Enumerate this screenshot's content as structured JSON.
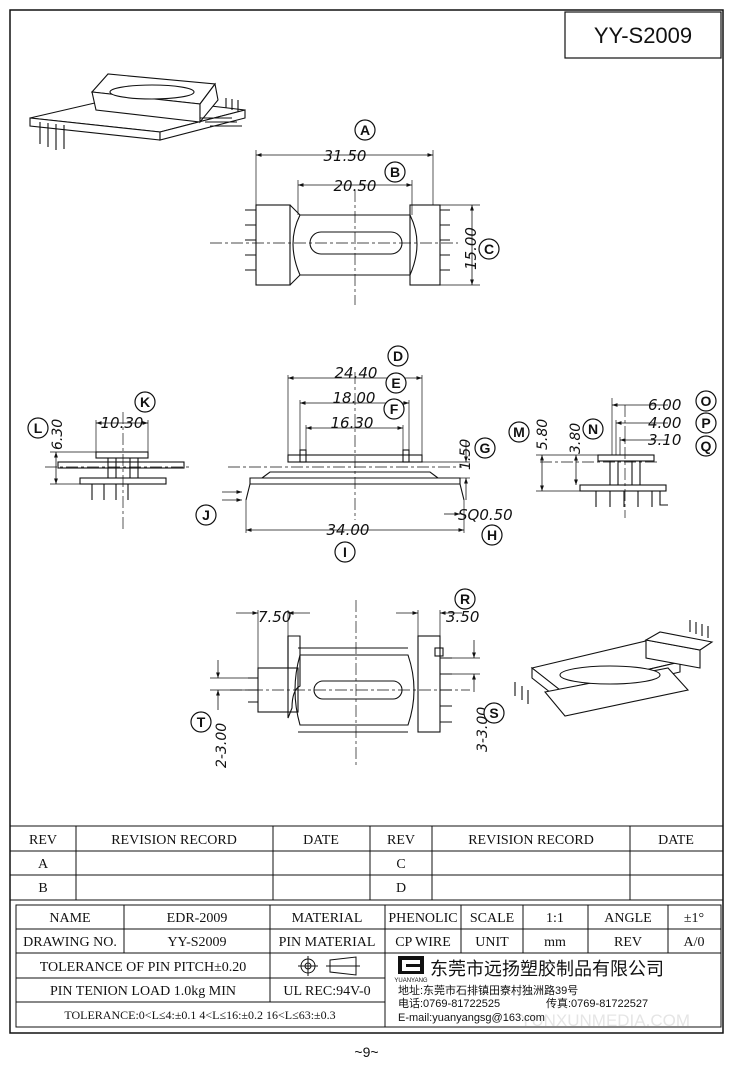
{
  "title_block": {
    "code": "YY-S2009"
  },
  "dimensions": {
    "top_view": {
      "A": "31.50",
      "B": "20.50",
      "C": "15.00"
    },
    "front_view": {
      "D": "24.40",
      "E": "18.00",
      "F": "16.30",
      "G": "1.50",
      "H": "SQ0.50",
      "I": "34.00",
      "J": "J"
    },
    "left_side": {
      "K": "10.30",
      "L": "6.30"
    },
    "right_side": {
      "M": "5.80",
      "N": "3.80",
      "O": "6.00",
      "P": "4.00",
      "Q": "3.10"
    },
    "bottom_view": {
      "A": "7.50",
      "R": "3.50",
      "S": "3-3.00",
      "T": "2-3.00"
    }
  },
  "callouts": [
    "A",
    "B",
    "C",
    "D",
    "E",
    "F",
    "G",
    "H",
    "I",
    "J",
    "K",
    "L",
    "M",
    "N",
    "O",
    "P",
    "Q",
    "R",
    "S",
    "T"
  ],
  "revision_table": {
    "headers": [
      "REV",
      "REVISION RECORD",
      "DATE",
      "REV",
      "REVISION RECORD",
      "DATE"
    ],
    "rows": [
      [
        "A",
        "",
        "",
        "C",
        "",
        ""
      ],
      [
        "B",
        "",
        "",
        "D",
        "",
        ""
      ]
    ]
  },
  "spec_table": {
    "name_label": "NAME",
    "name_value": "EDR-2009",
    "material_label": "MATERIAL",
    "material_value": "PHENOLIC",
    "scale_label": "SCALE",
    "scale_value": "1:1",
    "angle_label": "ANGLE",
    "angle_value": "±1°",
    "drawing_label": "DRAWING NO.",
    "drawing_value": "YY-S2009",
    "pin_material_label": "PIN MATERIAL",
    "pin_material_value": "CP WIRE",
    "unit_label": "UNIT",
    "unit_value": "mm",
    "rev_label": "REV",
    "rev_value": "A/0",
    "tolerance_pitch": "TOLERANCE OF PIN PITCH±0.20",
    "pin_tension": "PIN TENION LOAD 1.0kg MIN",
    "ul_rec": "UL REC:94V-0",
    "tolerance_full": "TOLERANCE:0<L≤4:±0.1  4<L≤16:±0.2  16<L≤63:±0.3"
  },
  "company": {
    "logo_text": "YUANYANG",
    "name": "东莞市远扬塑胶制品有限公司",
    "address": "地址:东莞市石排镇田寮村独洲路39号",
    "phone": "电话:0769-81722525",
    "fax": "传真:0769-81722527",
    "email": "E-mail:yuanyangsg@163.com"
  },
  "watermark": "YUNXUNMEDIA.COM",
  "page_number": "~9~"
}
